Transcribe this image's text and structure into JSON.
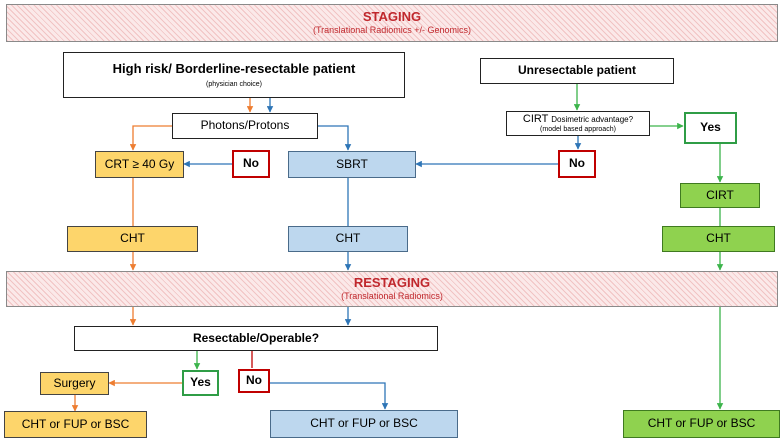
{
  "staging": {
    "title": "STAGING",
    "subtitle": "(Translational Radiomics +/- Genomics)"
  },
  "high_risk": {
    "title": "High risk/ Borderline-resectable patient",
    "note": "(physician choice)"
  },
  "unresectable": {
    "title": "Unresectable patient"
  },
  "photons_protons": "Photons/Protons",
  "cirt_question": {
    "main": "CIRT",
    "small": "Dosimetric advantage?",
    "note": "(model based approach)"
  },
  "yes_label": "Yes",
  "no_label": "No",
  "crt": "CRT ≥ 40 Gy",
  "sbrt": "SBRT",
  "cirt": "CIRT",
  "cht": "CHT",
  "restaging": {
    "title": "RESTAGING",
    "subtitle": "(Translational Radiomics)"
  },
  "resectable_question": "Resectable/Operable?",
  "surgery": "Surgery",
  "outcome": "CHT or FUP or BSC",
  "colors": {
    "orange_arrow": "#ed7d31",
    "blue_arrow": "#2e75b6",
    "green_arrow": "#3cb44b",
    "banner_text": "#c0282d"
  }
}
